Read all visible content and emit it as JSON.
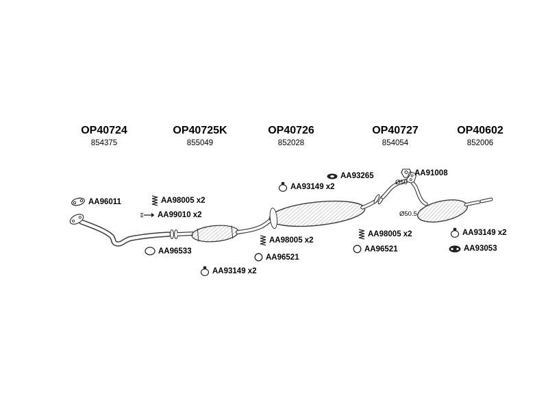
{
  "colors": {
    "background": "#ffffff",
    "ink": "#3a3a3a",
    "text": "#000000"
  },
  "groups": [
    {
      "code": "OP40724",
      "sub": "854375"
    },
    {
      "code": "OP40725K",
      "sub": "855049"
    },
    {
      "code": "OP40726",
      "sub": "852028"
    },
    {
      "code": "OP40727",
      "sub": "854054"
    },
    {
      "code": "OP40602",
      "sub": "852006"
    }
  ],
  "labels": {
    "aa96011": {
      "text": "AA96011",
      "icon": "flange-gasket-icon"
    },
    "aa98005_left": {
      "text": "AA98005 x2",
      "icon": "spring-icon"
    },
    "aa99010": {
      "text": "AA99010 x2",
      "icon": "bolt-arrow-icon"
    },
    "aa96533": {
      "text": "AA96533",
      "icon": "gasket-ring-icon"
    },
    "aa93149_bottom": {
      "text": "AA93149 x2",
      "icon": "clamp-icon"
    },
    "aa93149_mid": {
      "text": "AA93149 x2",
      "icon": "clamp-icon"
    },
    "aa93265": {
      "text": "AA93265",
      "icon": "band-clamp-icon"
    },
    "aa91008": {
      "text": "AA91008",
      "icon": "hanger-bracket-icon"
    },
    "aa98005_mid": {
      "text": "AA98005 x2",
      "icon": "spring-icon"
    },
    "aa96521_mid": {
      "text": "AA96521",
      "icon": "ring-icon"
    },
    "aa98005_right": {
      "text": "AA98005 x2",
      "icon": "spring-icon"
    },
    "aa96521_right": {
      "text": "AA96521",
      "icon": "ring-icon"
    },
    "aa93149_right": {
      "text": "AA93149 x2",
      "icon": "clamp-icon"
    },
    "aa93053": {
      "text": "AA93053",
      "icon": "rubber-mount-icon"
    }
  },
  "annotations": {
    "dia50": "Ø50",
    "dia505": "Ø50.5"
  }
}
